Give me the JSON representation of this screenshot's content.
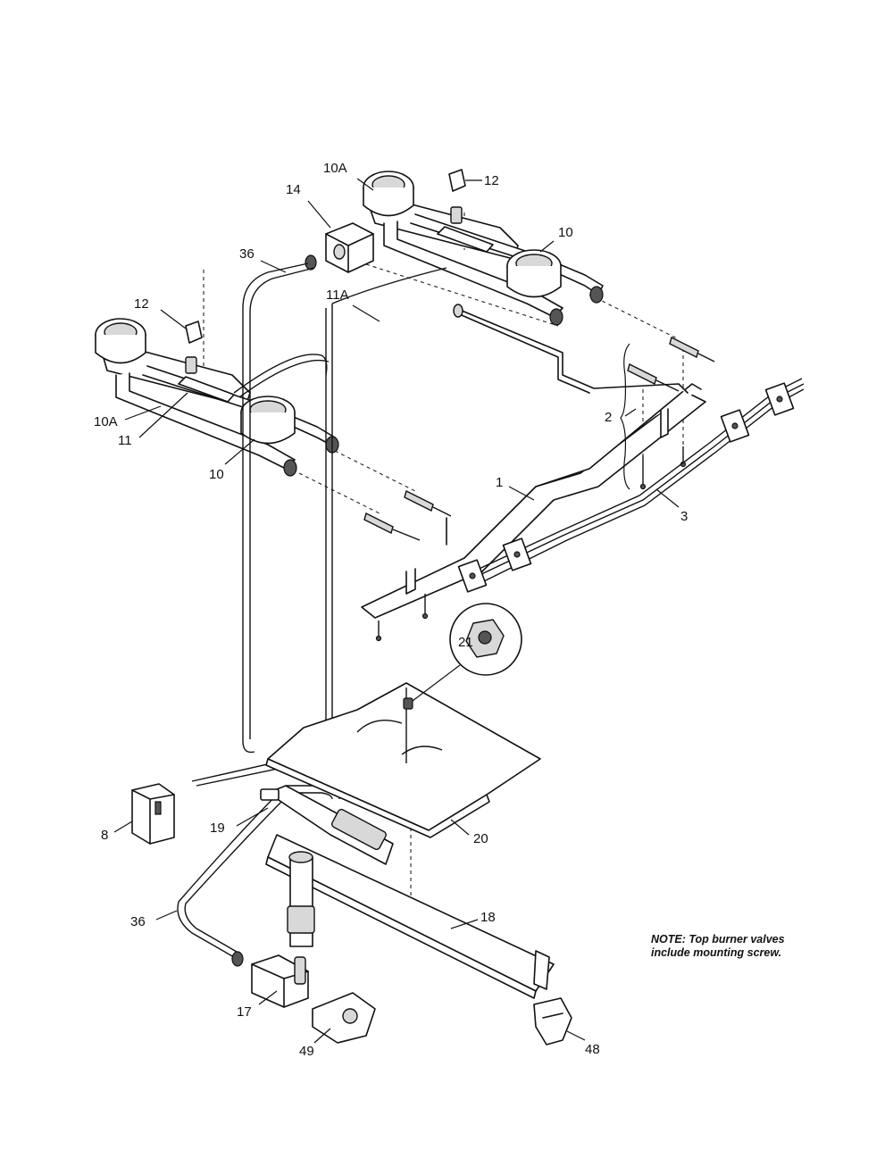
{
  "callouts": {
    "c1": "1",
    "c2": "2",
    "c3": "3",
    "c8": "8",
    "c10_left": "10",
    "c10_right": "10",
    "c10a_left": "10A",
    "c10a_right": "10A",
    "c11": "11",
    "c11a": "11A",
    "c12_left": "12",
    "c12_right": "12",
    "c14": "14",
    "c17": "17",
    "c18": "18",
    "c19": "19",
    "c20": "20",
    "c21": "21",
    "c36_top": "36",
    "c36_bottom": "36",
    "c48": "48",
    "c49": "49"
  },
  "note": {
    "line1": "NOTE: Top burner valves",
    "line2": "include mounting screw."
  }
}
